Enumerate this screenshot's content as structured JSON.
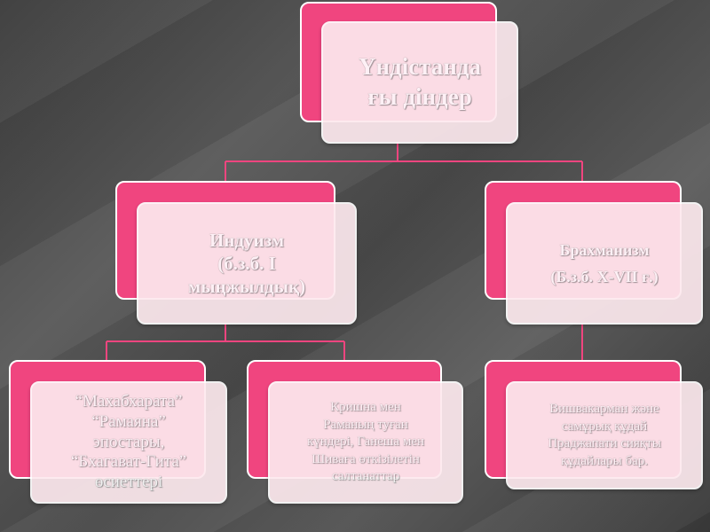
{
  "root": {
    "lines": [
      "Үндістанда",
      "ғы діндер"
    ]
  },
  "hinduism": {
    "lines": [
      "Индуизм",
      "(б.з.б. I",
      "мыңжылдық)"
    ]
  },
  "brahmanism": {
    "lines": [
      "Брахманизм",
      "(Б.з.б. X-VII ғ.)"
    ]
  },
  "epics": {
    "lines": [
      "“Махабхарата”",
      "“Рамаяна”",
      "эпостары,",
      "“Бхагават-Гита”",
      "өсиеттері"
    ]
  },
  "festivals": {
    "lines": [
      "Кришна мен",
      "Раманың туған",
      "күндері, Ганеша мен",
      "Шиваға өткізілетін",
      "салтанаттар"
    ]
  },
  "gods": {
    "lines": [
      "Вишвакарман және",
      "самұрық құдай",
      "Праджапати сияқты",
      "құдайлары бар."
    ]
  },
  "colors": {
    "back": "#f0457f",
    "front": "#fde9ee",
    "connector": "#f0457f"
  }
}
